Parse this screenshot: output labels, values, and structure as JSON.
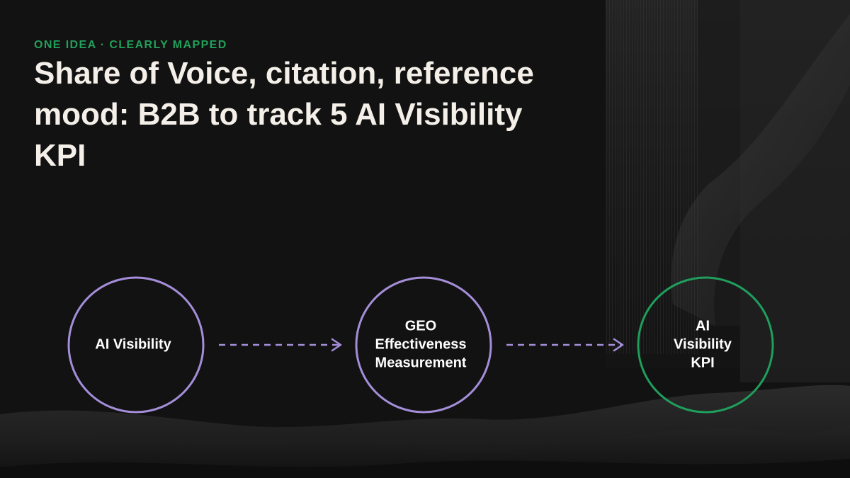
{
  "slide": {
    "eyebrow": "ONE IDEA · CLEARLY MAPPED",
    "title": "Share of Voice, citation, reference mood: B2B to track 5 AI Visibility KPI"
  },
  "diagram": {
    "nodes": [
      {
        "id": "ai-visibility",
        "lines": [
          "AI Visibility"
        ],
        "color": "#a48ed9"
      },
      {
        "id": "geo-effectiveness",
        "lines": [
          "GEO",
          "Effectiveness",
          "Measurement"
        ],
        "color": "#a48ed9"
      },
      {
        "id": "ai-visibility-kpi",
        "lines": [
          "AI",
          "Visibility",
          "KPI"
        ],
        "color": "#1f9e5c"
      }
    ],
    "connectors": [
      {
        "from": "ai-visibility",
        "to": "geo-effectiveness",
        "style": "dashed",
        "color": "#a48ed9"
      },
      {
        "from": "geo-effectiveness",
        "to": "ai-visibility-kpi",
        "style": "dashed",
        "color": "#a48ed9"
      }
    ]
  },
  "colors": {
    "background": "#121212",
    "eyebrow": "#22a05a",
    "title": "#f4efe8",
    "node_text": "#ffffff"
  }
}
